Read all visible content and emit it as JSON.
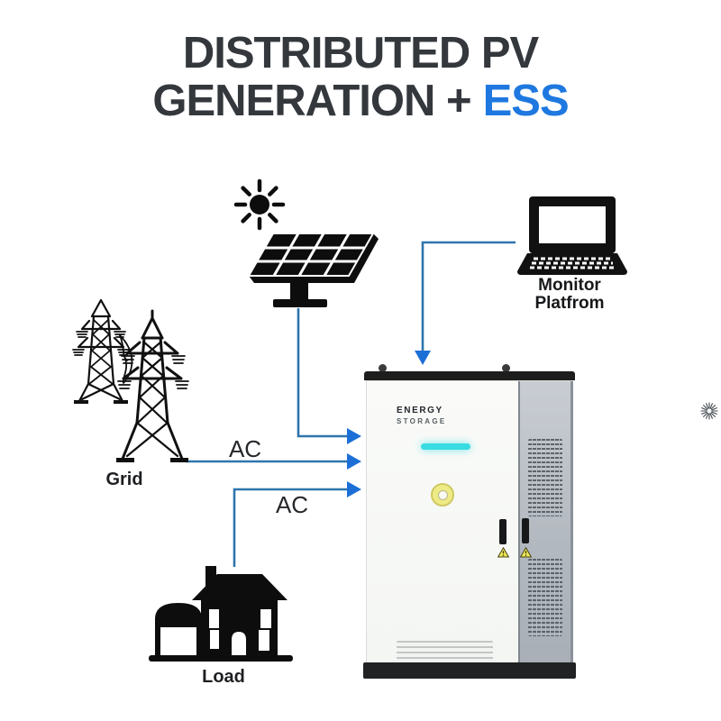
{
  "title": {
    "line1": "DISTRIBUTED PV",
    "line2_prefix": "GENERATION +",
    "line2_highlight": "ESS"
  },
  "labels": {
    "grid": "Grid",
    "load": "Load",
    "monitor_line1": "Monitor",
    "monitor_line2": "Platfrom"
  },
  "connections": {
    "grid_ac": "AC",
    "load_ac": "AC"
  },
  "cabinet": {
    "brand_line1": "ENERGY",
    "brand_line2": "STORAGE"
  },
  "icons": {
    "sun": "sun-icon",
    "solar_panel": "solar-panel-icon",
    "transmission_towers": "transmission-tower-icon",
    "house": "house-icon",
    "laptop": "laptop-icon",
    "fan_vent": "fan-vent-icon",
    "warning": "warning-triangle-icon",
    "storage_cabinet": "battery-cabinet-icon"
  },
  "colors": {
    "title": "#34383d",
    "accent": "#1e78e0",
    "line": "#2e75ad",
    "arrow": "#1c6fd6",
    "led": "#38dce2",
    "cap": "#1d1d1d",
    "warning": "#f1e95c"
  }
}
